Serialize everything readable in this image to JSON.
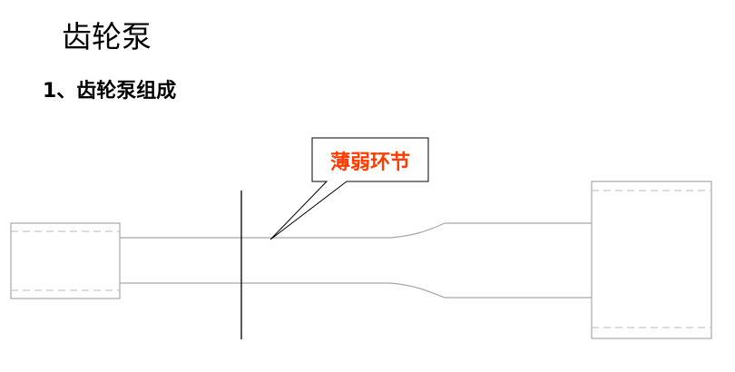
{
  "title": "齿轮泵",
  "section": {
    "heading": "1、齿轮泵组成"
  },
  "diagram": {
    "callout_label": "薄弱环节",
    "colors": {
      "outline": "#a8a8a8",
      "dashed": "#b8b8b8",
      "section_line": "#000000",
      "callout_text": "#ff3b00",
      "callout_border": "#000000"
    }
  }
}
